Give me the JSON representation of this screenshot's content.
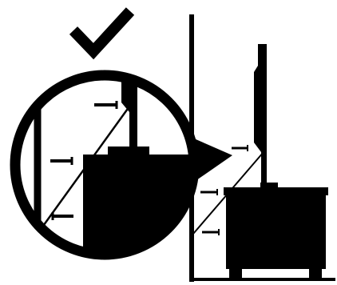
{
  "illustration": {
    "kind": "wall-anchoring-instruction",
    "verdict_icon": "checkmark-icon",
    "colors": {
      "ink": "#000000",
      "paper": "#ffffff"
    },
    "screw_count_detail": 3,
    "screw_count_main": 3
  }
}
